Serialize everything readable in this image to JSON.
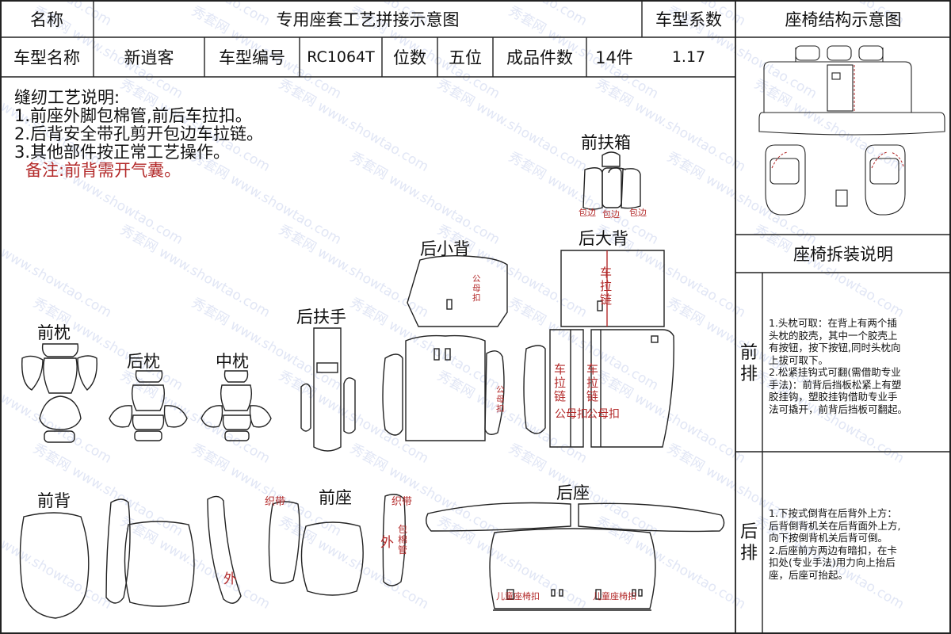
{
  "header": {
    "name_label": "名称",
    "title": "专用座套工艺拼接示意图",
    "coef_label": "车型系数",
    "structure_title": "座椅结构示意图"
  },
  "info_row": {
    "model_name_label": "车型名称",
    "model_name": "新逍客",
    "model_code_label": "车型编号",
    "model_code": "RC1064T",
    "seats_label": "位数",
    "seats": "五位",
    "pieces_label": "成品件数",
    "pieces": "14件",
    "coefficient": "1.17"
  },
  "notes": {
    "heading": "缝纫工艺说明:",
    "items": [
      "1.前座外脚包棉管,前后车拉扣。",
      "2.后背安全带孔剪开包边车拉链。",
      "3.其他部件按正常工艺操作。"
    ],
    "remark": "备注:前背需开气囊。"
  },
  "parts": {
    "front_armrest_box": "前扶箱",
    "rear_small_back": "后小背",
    "rear_large_back": "后大背",
    "front_headrest": "前枕",
    "rear_headrest": "后枕",
    "middle_headrest": "中枕",
    "rear_armrest": "后扶手",
    "front_back": "前背",
    "front_seat": "前座",
    "rear_seat": "后座"
  },
  "marks": {
    "binding": "包边",
    "zipper": "车拉链",
    "male_female_snap": "公母扣",
    "webbing": "织带",
    "outer": "外",
    "wrap_tube": "包棉管",
    "child_seat_buckle": "儿童座椅扣"
  },
  "disassembly": {
    "title": "座椅拆装说明",
    "front_row_label": "前排",
    "front_row_text": [
      "1.头枕可取：在背上有两个插",
      "头枕的胶壳，其中一个胶壳上",
      "有按钮，按下按钮,同时头枕向",
      "上拔可取下。",
      "2.松紧挂钩式可翻(需借助专业",
      "手法)：前背后挡板松紧上有塑",
      "胶挂钩，塑胶挂钩借助专业手",
      "法可撬开，前背后挡板可翻起。"
    ],
    "rear_row_label": "后排",
    "rear_row_text": [
      "1.下按式倒背在后背外上方：",
      "后背倒背机关在后背面外上方,",
      "向下按倒背机关后背可倒。",
      "2.后座前方两边有暗扣，在卡",
      "扣处(专业手法)用力向上抬后",
      "座，后座可抬起。"
    ]
  },
  "watermark": {
    "text": "秀套网 www.showtao.com"
  },
  "colors": {
    "line": "#222222",
    "accent_red": "#b32a2a",
    "watermark": "#8c9fd6"
  }
}
